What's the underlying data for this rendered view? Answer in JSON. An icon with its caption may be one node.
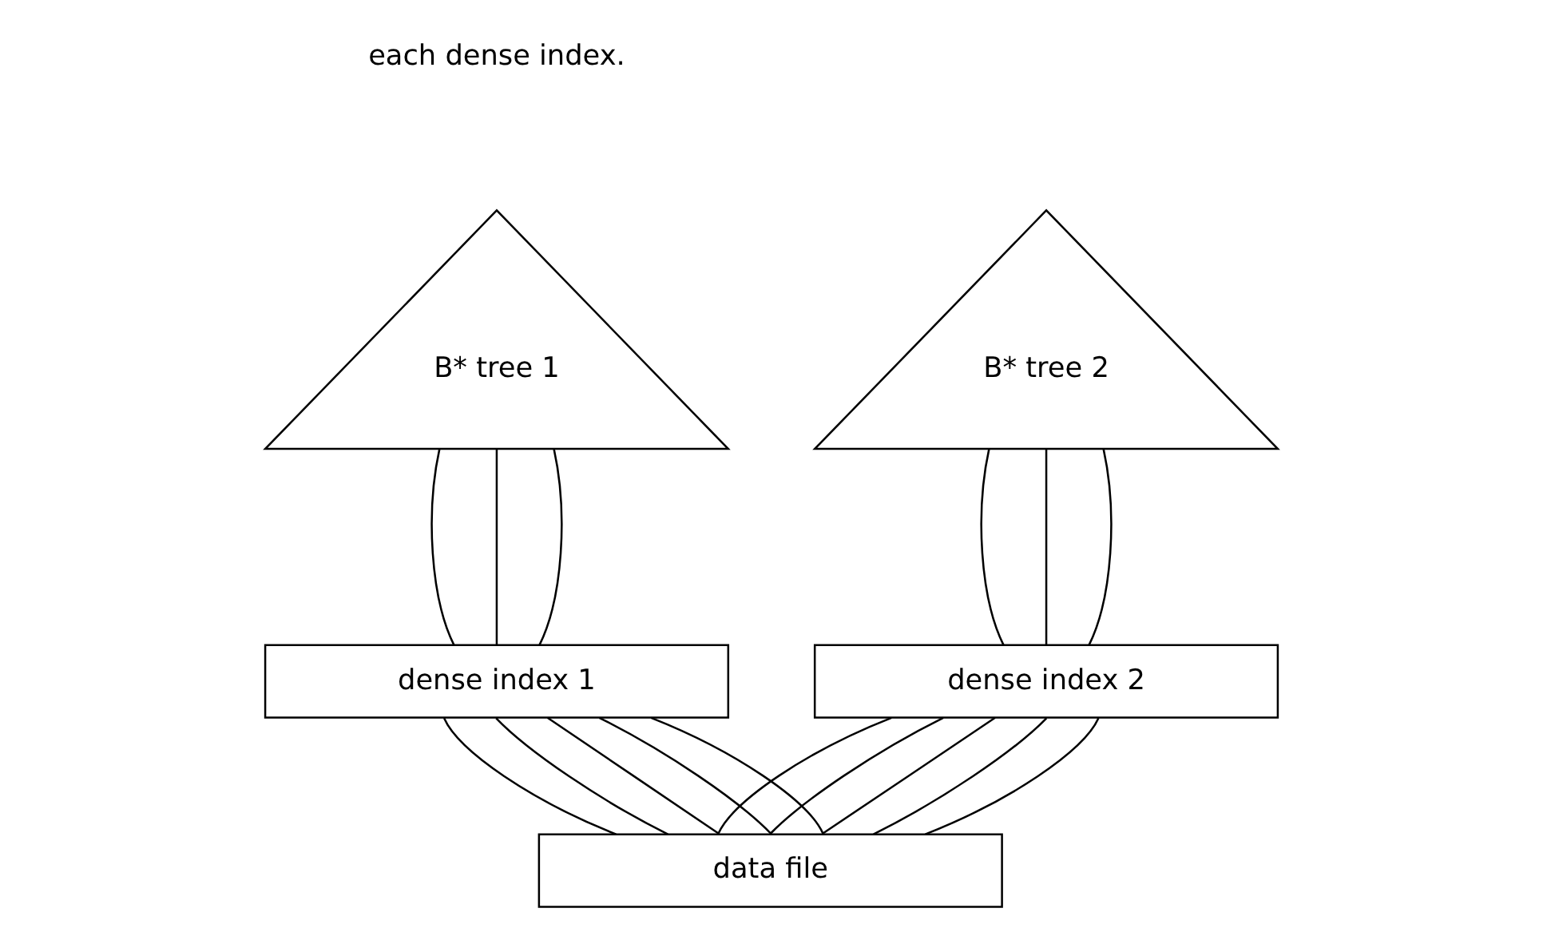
{
  "diagram": {
    "nodes": [
      {
        "text": [
          "B* tree 1"
        ]
      },
      {
        "text": [
          "B* tree 2"
        ]
      },
      {
        "text": [
          "dense index 1"
        ]
      },
      {
        "text": [
          "dense index 2"
        ]
      },
      {
        "text": [
          "data file"
        ]
      }
    ],
    "edges": [
      {
        "from": 0,
        "to": 2,
        "arrow": "none"
      },
      {
        "from": 0,
        "to": 2,
        "arrow": "none"
      },
      {
        "from": 0,
        "to": 2,
        "arrow": "none"
      },
      {
        "from": 1,
        "to": 3,
        "arrow": "none"
      },
      {
        "from": 1,
        "to": 3,
        "arrow": "none"
      },
      {
        "from": 1,
        "to": 3,
        "arrow": "none"
      },
      {
        "from": 2,
        "to": 4,
        "arrow": "none"
      },
      {
        "from": 2,
        "to": 4,
        "arrow": "none"
      },
      {
        "from": 2,
        "to": 4,
        "arrow": "none"
      },
      {
        "from": 2,
        "to": 4,
        "arrow": "none"
      },
      {
        "from": 2,
        "to": 4,
        "arrow": "none"
      },
      {
        "from": 3,
        "to": 4,
        "arrow": "none"
      },
      {
        "from": 3,
        "to": 4,
        "arrow": "none"
      },
      {
        "from": 3,
        "to": 4,
        "arrow": "none"
      },
      {
        "from": 3,
        "to": 4,
        "arrow": "none"
      },
      {
        "from": 3,
        "to": 4,
        "arrow": "none"
      }
    ],
    "labels": [
      "each dense index."
    ]
  }
}
